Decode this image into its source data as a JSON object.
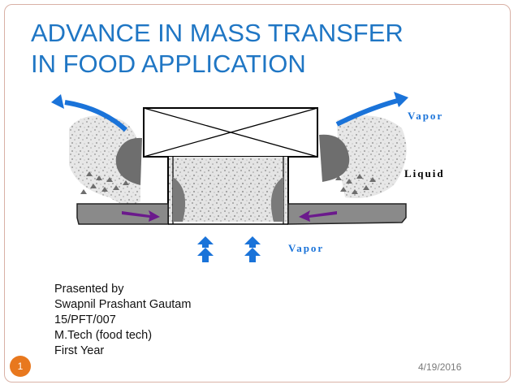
{
  "slide": {
    "title_line1": "ADVANCE IN MASS TRANSFER",
    "title_line2": "IN FOOD APPLICATION",
    "diagram": {
      "label_vapor_top": "Vapor",
      "label_liquid": "Liquid",
      "label_vapor_bottom": "Vapor"
    },
    "presenter_lines": [
      "Prasented by",
      "Swapnil Prashant Gautam",
      "15/PFT/007",
      "M.Tech (food tech)",
      "First Year"
    ],
    "slide_number": "1",
    "date": "4/19/2016"
  },
  "colors": {
    "title": "#1f76c4",
    "vapor_arrows": "#1a73d9",
    "liquid_arrows": "#6b1a8c",
    "slide_number_badge": "#e8781e",
    "frame": "#d9b1a6"
  }
}
